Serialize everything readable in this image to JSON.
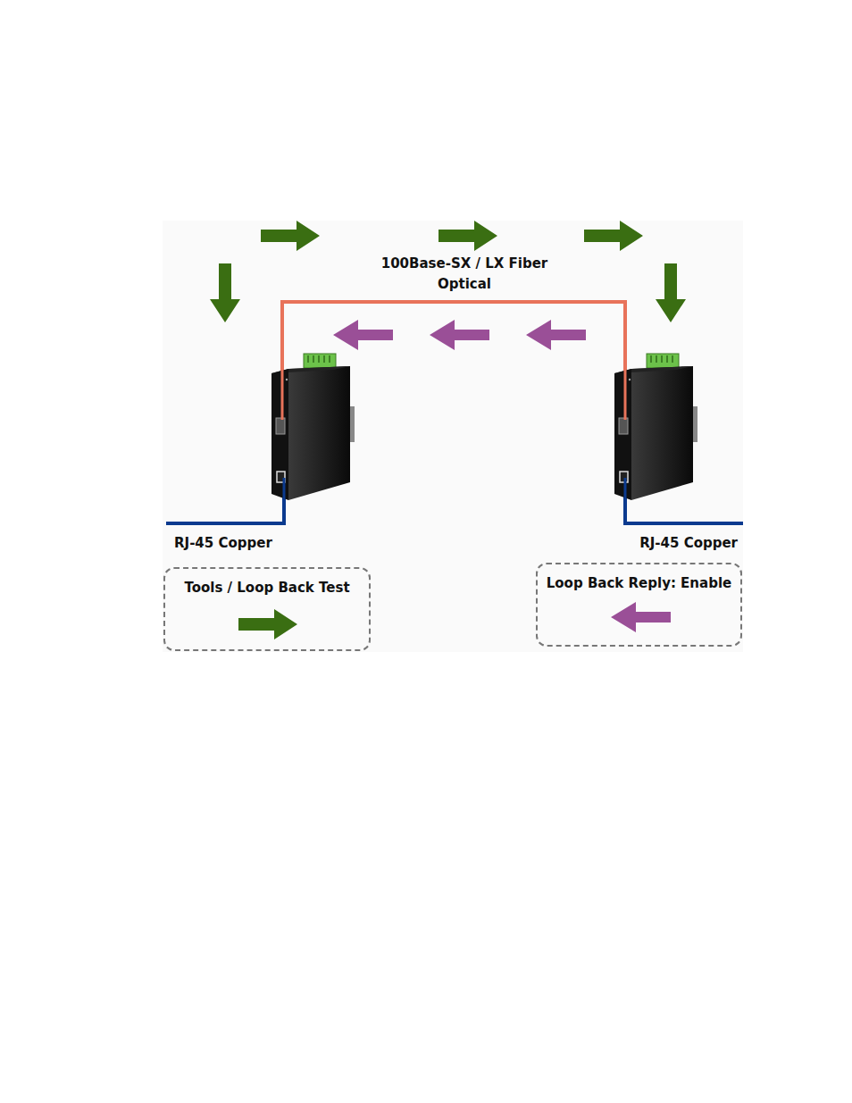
{
  "diagram": {
    "nodes": [
      {
        "text": [
          "Tools / Loop Back Test"
        ]
      },
      {
        "text": [
          "Loop Back Reply: Enable"
        ]
      }
    ],
    "labels": [
      "100Base-SX / LX Fiber Optical",
      "RJ-45 Copper",
      "RJ-45 Copper"
    ]
  }
}
